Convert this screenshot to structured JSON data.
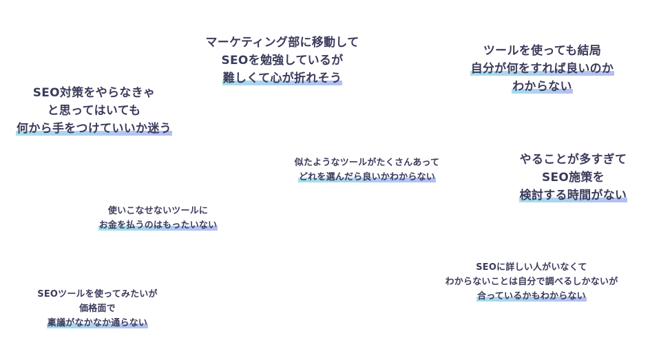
{
  "colors": {
    "text": "#3b3b5c",
    "highlight_start": "#a6dfeb",
    "highlight_end": "#b5bdf1",
    "background": "#ffffff"
  },
  "concerns": [
    {
      "id": "marketing-dept",
      "lines": [
        "マーケティング部に移動して",
        "SEOを勉強しているが",
        "難しくて心が折れそう"
      ],
      "highlight_line": 2
    },
    {
      "id": "tool-unclear",
      "lines": [
        "ツールを使っても結局",
        "自分が何をすれば良いのか",
        "わからない"
      ],
      "highlight_line": [
        1,
        2
      ]
    },
    {
      "id": "where-to-start",
      "lines": [
        "SEO対策をやらなきゃ",
        "と思ってはいても",
        "何から手をつけていいか迷う"
      ],
      "highlight_line": 2
    },
    {
      "id": "similar-tools",
      "lines": [
        "似たようなツールがたくさんあって",
        "どれを選んだら良いかわからない"
      ],
      "highlight_line": 1
    },
    {
      "id": "no-time",
      "lines": [
        "やることが多すぎて",
        "SEO施策を",
        "検討する時間がない"
      ],
      "highlight_line": 2
    },
    {
      "id": "wasted-money",
      "lines": [
        "使いこなせないツールに",
        "お金を払うのはもったいない"
      ],
      "highlight_line": 1
    },
    {
      "id": "price-approval",
      "lines": [
        "SEOツールを使ってみたいが",
        "価格面で",
        "稟議がなかなか通らない"
      ],
      "highlight_line": 2
    },
    {
      "id": "no-expert",
      "lines": [
        "SEOに詳しい人がいなくて",
        "わからないことは自分で調べるしかないが",
        "合っているかもわからない"
      ],
      "highlight_line": 2
    }
  ]
}
